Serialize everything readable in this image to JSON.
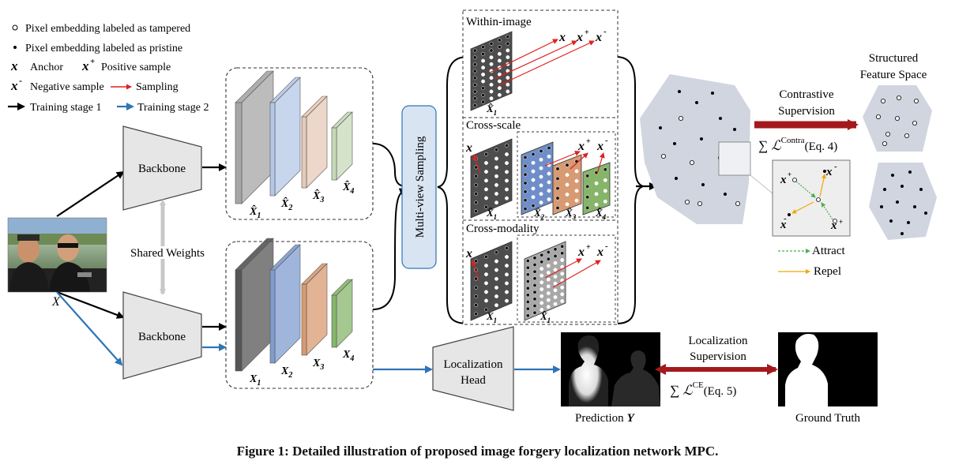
{
  "legend": {
    "tampered": "Pixel embedding labeled as tampered",
    "pristine": "Pixel embedding labeled as pristine",
    "anchor_sym": "x",
    "anchor": "Anchor",
    "positive_sym": "x",
    "positive_sup": "+",
    "positive": "Positive sample",
    "negative_sym": "x",
    "negative_sup": "-",
    "negative": "Negative sample",
    "sampling": "Sampling",
    "stage1": "Training stage 1",
    "stage2": "Training stage 2"
  },
  "input_label": "X",
  "backbone_top": "Backbone",
  "backbone_bottom": "Backbone",
  "shared_weights": "Shared Weights",
  "hat_features": [
    "X̂",
    "X̂",
    "X̂",
    "X̂"
  ],
  "features": [
    "X",
    "X",
    "X",
    "X"
  ],
  "subscripts": [
    "1",
    "2",
    "3",
    "4"
  ],
  "multi_view": "Multi-view Sampling",
  "within_image": "Within-image",
  "cross_scale": "Cross-scale",
  "cross_modality": "Cross-modality",
  "contrastive_supervision": [
    "Contrastive",
    "Supervision"
  ],
  "contra_loss": "∑ ℒ",
  "contra_sup": "Contra",
  "contra_eq": "(Eq. 4)",
  "structured_space": [
    "Structured",
    "Feature Space"
  ],
  "attract": "Attract",
  "repel": "Repel",
  "localization_head": [
    "Localization",
    "Head"
  ],
  "localization_supervision": [
    "Localization",
    "Supervision"
  ],
  "ce_loss": "∑ ℒ",
  "ce_sup": "CE",
  "ce_eq": "(Eq. 5)",
  "prediction": "Prediction",
  "prediction_sym": "Y",
  "ground_truth": "Ground Truth",
  "caption": "Figure 1: Detailed illustration of proposed image forgery localization network MPC.",
  "colors": {
    "stage1": "#000000",
    "stage2": "#2e75b6",
    "sampling": "#e02020",
    "attract": "#4caf50",
    "repel": "#f0a800",
    "supervision": "#a3191c",
    "feature_gray": "#a6a6a6",
    "feature_blue": "#b4c7e7",
    "feature_peach": "#e6c9b8",
    "feature_green": "#c5d9b8",
    "panel_fill": "#d0d5e0",
    "mv_box": "#d9e4f2"
  }
}
